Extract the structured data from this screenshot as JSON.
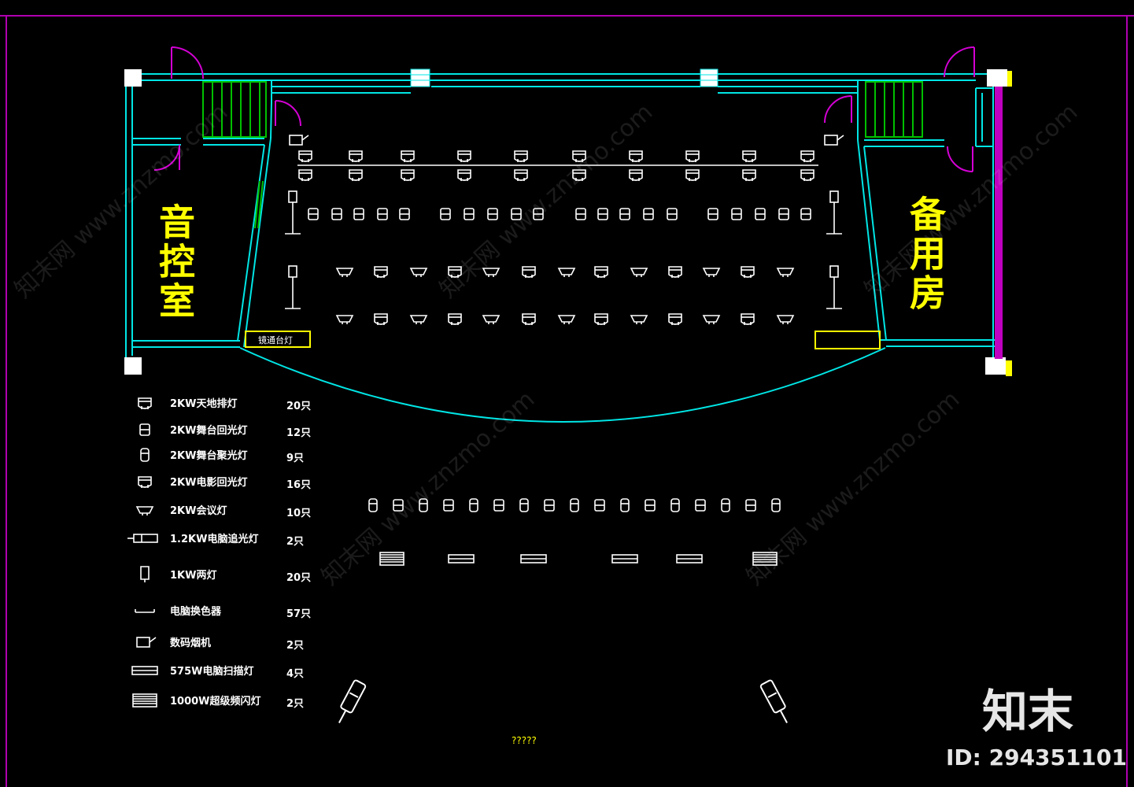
{
  "colors": {
    "background": "#000000",
    "wall": "#00e5e5",
    "stair": "#00c000",
    "door": "#d400d4",
    "frame": "#b000b0",
    "room_label": "#ffff00",
    "fixture": "#ffffff"
  },
  "rooms": {
    "left": "音控室",
    "right": "备用房"
  },
  "stage_labels": {
    "left_box": "镜通台灯"
  },
  "legend": [
    {
      "icon": "floodlight-icon",
      "label": "2KW天地排灯",
      "count": "20只"
    },
    {
      "icon": "fresnel-icon",
      "label": "2KW舞台回光灯",
      "count": "12只"
    },
    {
      "icon": "spotlight-icon",
      "label": "2KW舞台聚光灯",
      "count": "9只"
    },
    {
      "icon": "film-light-icon",
      "label": "2KW电影回光灯",
      "count": "16只"
    },
    {
      "icon": "conference-light-icon",
      "label": "2KW会议灯",
      "count": "10只"
    },
    {
      "icon": "follow-spot-icon",
      "label": "1.2KW电脑追光灯",
      "count": "2只"
    },
    {
      "icon": "par-light-icon",
      "label": "1KW两灯",
      "count": "20只"
    },
    {
      "icon": "color-changer-icon",
      "label": "电脑换色器",
      "count": "57只"
    },
    {
      "icon": "smoke-machine-icon",
      "label": "数码烟机",
      "count": "2只"
    },
    {
      "icon": "scanner-icon",
      "label": "575W电脑扫描灯",
      "count": "4只"
    },
    {
      "icon": "strobe-icon",
      "label": "1000W超级频闪灯",
      "count": "2只"
    }
  ],
  "bottom_caption": "?????",
  "watermark": {
    "brand": "知末",
    "id_text": "ID: 294351101",
    "url_text": "知末网 www.znzmo.com"
  }
}
